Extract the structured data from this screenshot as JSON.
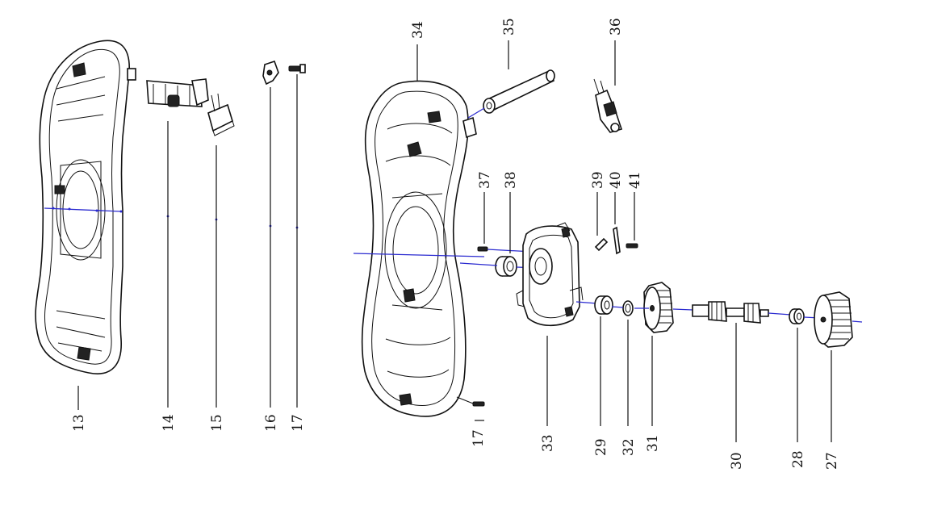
{
  "diagram": {
    "labels": [
      {
        "id": "13",
        "text": "13"
      },
      {
        "id": "14",
        "text": "14"
      },
      {
        "id": "15",
        "text": "15"
      },
      {
        "id": "16",
        "text": "16"
      },
      {
        "id": "17a",
        "text": "17"
      },
      {
        "id": "17b",
        "text": "17"
      },
      {
        "id": "34",
        "text": "34"
      },
      {
        "id": "35",
        "text": "35"
      },
      {
        "id": "36",
        "text": "36"
      },
      {
        "id": "37",
        "text": "37"
      },
      {
        "id": "38",
        "text": "38"
      },
      {
        "id": "39",
        "text": "39"
      },
      {
        "id": "40",
        "text": "40"
      },
      {
        "id": "41",
        "text": "41"
      },
      {
        "id": "33",
        "text": "33"
      },
      {
        "id": "29",
        "text": "29"
      },
      {
        "id": "32",
        "text": "32"
      },
      {
        "id": "31",
        "text": "31"
      },
      {
        "id": "30",
        "text": "30"
      },
      {
        "id": "28",
        "text": "28"
      },
      {
        "id": "27",
        "text": "27"
      }
    ],
    "colors": {
      "axis": "#2a2ad0",
      "ink": "#111111",
      "background": "#ffffff"
    }
  }
}
